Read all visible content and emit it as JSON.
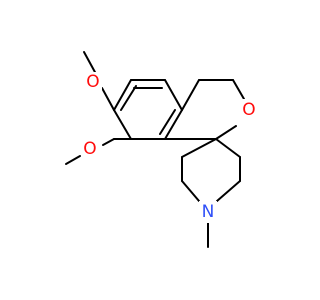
{
  "structure": {
    "atoms": [
      {
        "id": "o_upper_methoxy",
        "symbol": "O",
        "color": "#ff0d0d"
      },
      {
        "id": "o_lower_methoxy",
        "symbol": "O",
        "color": "#ff0d0d"
      },
      {
        "id": "o_ring",
        "symbol": "O",
        "color": "#ff0d0d"
      },
      {
        "id": "n_piperidine",
        "symbol": "N",
        "color": "#3050f8"
      }
    ],
    "bond_color": "#000000"
  }
}
